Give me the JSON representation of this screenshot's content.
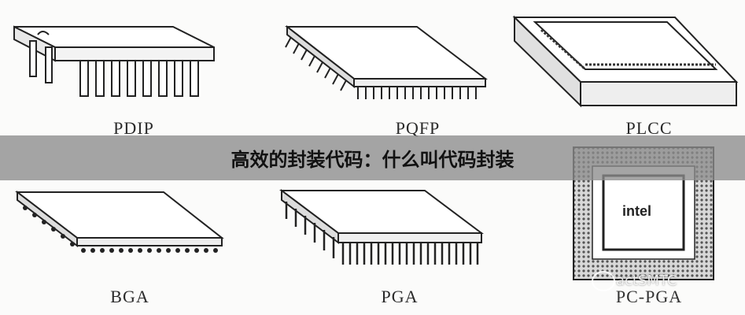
{
  "banner": {
    "title": "高效的封装代码：什么叫代码封装"
  },
  "packages": [
    {
      "label": "PDIP"
    },
    {
      "label": "PQFP"
    },
    {
      "label": "PLCC"
    },
    {
      "label": "BGA"
    },
    {
      "label": "PGA"
    },
    {
      "label": "PC-PGA"
    }
  ],
  "chip_logo": "intel",
  "watermark": {
    "text": "actSMTC",
    "icon": "wechat-icon"
  }
}
